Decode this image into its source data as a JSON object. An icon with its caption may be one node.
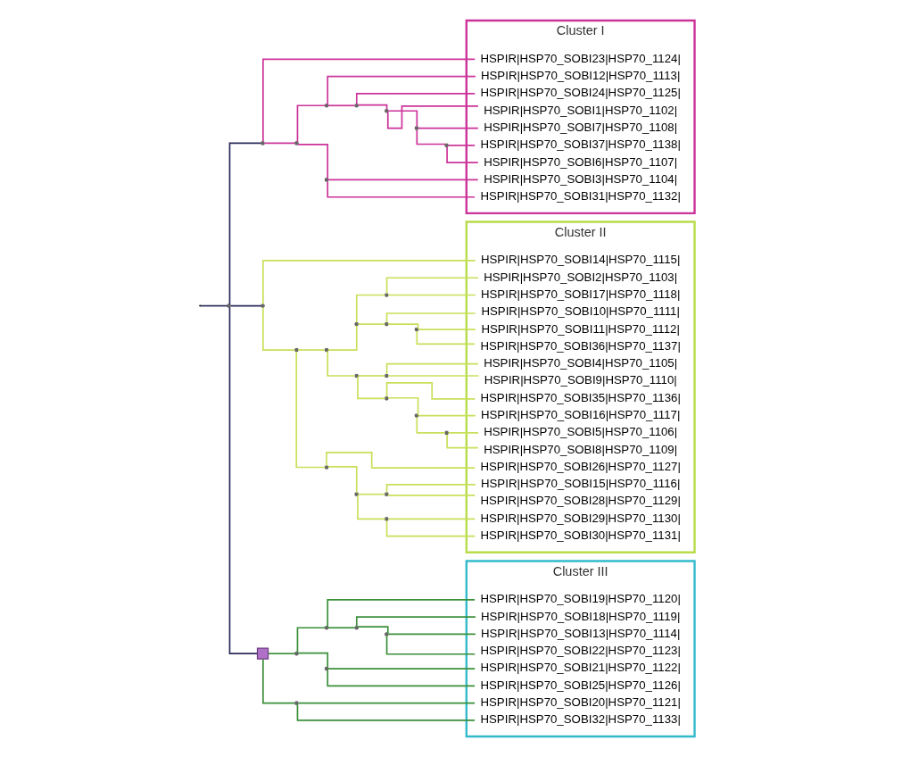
{
  "diagram": {
    "nodes": [
      {
        "text": [
          "Cluster I"
        ]
      },
      {
        "text": [
          "HSPIR|HSP70_SOBI1|HSP70_1102|"
        ],
        "in": 0
      },
      {
        "text": [
          "HSPIR|HSP70_SOBI6|HSP70_1107|"
        ],
        "in": 0
      },
      {
        "text": [
          "HSPIR|HSP70_SOBI37|HSP70_1138|"
        ],
        "in": 0
      },
      {
        "text": [
          "HSPIR|HSP70_SOBI7|HSP70_1108|"
        ],
        "in": 0
      },
      {
        "text": [
          "HSPIR|HSP70_SOBI24|HSP70_1125|"
        ],
        "in": 0
      },
      {
        "text": [
          "HSPIR|HSP70_SOBI12|HSP70_1113|"
        ],
        "in": 0
      },
      {
        "text": [
          "HSPIR|HSP70_SOBI3|HSP70_1104|"
        ],
        "in": 0
      },
      {
        "text": [
          "HSPIR|HSP70_SOBI31|HSP70_1132|"
        ],
        "in": 0
      },
      {
        "text": [
          "HSPIR|HSP70_SOBI23|HSP70_1124|"
        ],
        "in": 0
      },
      {
        "text": [
          "Cluster II"
        ]
      },
      {
        "text": [
          "HSPIR|HSP70_SOBI2|HSP70_1103|"
        ],
        "in": 10
      },
      {
        "text": [
          "HSPIR|HSP70_SOBI17|HSP70_1118|"
        ],
        "in": 10
      },
      {
        "text": [
          "HSPIR|HSP70_SOBI10|HSP70_1111|"
        ],
        "in": 10
      },
      {
        "text": [
          "HSPIR|HSP70_SOBI11|HSP70_1112|"
        ],
        "in": 10
      },
      {
        "text": [
          "HSPIR|HSP70_SOBI36|HSP70_1137|"
        ],
        "in": 10
      },
      {
        "text": [
          "HSPIR|HSP70_SOBI4|HSP70_1105|"
        ],
        "in": 10
      },
      {
        "text": [
          "HSPIR|HSP70_SOBI9|HSP70_1110|"
        ],
        "in": 10
      },
      {
        "text": [
          "HSPIR|HSP70_SOBI5|HSP70_1106|"
        ],
        "in": 10
      },
      {
        "text": [
          "HSPIR|HSP70_SOBI8|HSP70_1109|"
        ],
        "in": 10
      },
      {
        "text": [
          "HSPIR|HSP70_SOBI16|HSP70_1117|"
        ],
        "in": 10
      },
      {
        "text": [
          "HSPIR|HSP70_SOBI35|HSP70_1136|"
        ],
        "in": 10
      },
      {
        "text": [
          "HSPIR|HSP70_SOBI15|HSP70_1116|"
        ],
        "in": 10
      },
      {
        "text": [
          "HSPIR|HSP70_SOBI28|HSP70_1129|"
        ],
        "in": 10
      },
      {
        "text": [
          "HSPIR|HSP70_SOBI29|HSP70_1130|"
        ],
        "in": 10
      },
      {
        "text": [
          "HSPIR|HSP70_SOBI30|HSP70_1131|"
        ],
        "in": 10
      },
      {
        "text": [
          "HSPIR|HSP70_SOBI26|HSP70_1127|"
        ],
        "in": 10
      },
      {
        "text": [
          "HSPIR|HSP70_SOBI14|HSP70_1115|"
        ],
        "in": 10
      },
      {
        "text": [
          "Cluster III"
        ]
      },
      {
        "text": [
          "HSPIR|HSP70_SOBI13|HSP70_1114|"
        ],
        "in": 28
      },
      {
        "text": [
          "HSPIR|HSP70_SOBI22|HSP70_1123|"
        ],
        "in": 28
      },
      {
        "text": [
          "HSPIR|HSP70_SOBI18|HSP70_1119|"
        ],
        "in": 28
      },
      {
        "text": [
          "HSPIR|HSP70_SOBI19|HSP70_1120|"
        ],
        "in": 28
      },
      {
        "text": [
          "HSPIR|HSP70_SOBI21|HSP70_1122|"
        ],
        "in": 28
      },
      {
        "text": [
          "HSPIR|HSP70_SOBI25|HSP70_1126|"
        ],
        "in": 28
      },
      {
        "text": [
          "HSPIR|HSP70_SOBI20|HSP70_1121|"
        ],
        "in": 28
      },
      {
        "text": [
          "HSPIR|HSP70_SOBI32|HSP70_1133|"
        ],
        "in": 28
      },
      {
        "text": [],
        "shape": "point"
      },
      {
        "text": [],
        "shape": "point"
      },
      {
        "text": [],
        "shape": "point"
      },
      {
        "text": [],
        "shape": "point"
      },
      {
        "text": [],
        "shape": "point"
      },
      {
        "text": [],
        "shape": "point"
      },
      {
        "text": [],
        "shape": "point"
      },
      {
        "text": [],
        "shape": "point"
      },
      {
        "text": [],
        "shape": "point"
      },
      {
        "text": [],
        "shape": "point"
      },
      {
        "text": [],
        "shape": "point"
      },
      {
        "text": [],
        "shape": "point"
      },
      {
        "text": [],
        "shape": "point"
      },
      {
        "text": [],
        "shape": "point"
      },
      {
        "text": [],
        "shape": "point"
      },
      {
        "text": [],
        "shape": "point"
      },
      {
        "text": [],
        "shape": "point"
      },
      {
        "text": [],
        "shape": "point"
      },
      {
        "text": [],
        "shape": "point"
      },
      {
        "text": [],
        "shape": "point"
      },
      {
        "text": [],
        "shape": "point"
      },
      {
        "text": [],
        "shape": "point"
      },
      {
        "text": [],
        "shape": "point"
      },
      {
        "text": [],
        "shape": "point"
      },
      {
        "text": [],
        "shape": "point"
      },
      {
        "text": [],
        "shape": "point"
      },
      {
        "text": [],
        "shape": "point"
      },
      {
        "text": [],
        "shape": "point"
      },
      {
        "text": [],
        "shape": "point"
      },
      {
        "text": [],
        "shape": "point"
      },
      {
        "text": [],
        "shape": "point"
      },
      {
        "text": [],
        "shape": "box"
      }
    ],
    "edges": [
      {
        "from": null,
        "to": 37,
        "arrow": "none",
        "color": "#2b2b5a"
      },
      {
        "from": 37,
        "to": 45,
        "arrow": "none",
        "color": "#2b2b5a"
      },
      {
        "from": 37,
        "to": 61,
        "arrow": "none",
        "color": "#2b2b5a"
      },
      {
        "from": 37,
        "to": 68,
        "arrow": "none",
        "color": "#2b2b5a"
      },
      {
        "from": 45,
        "to": 44,
        "arrow": "none",
        "color": "#cc3399"
      },
      {
        "from": 45,
        "to": 9,
        "arrow": "none",
        "color": "#cc3399"
      },
      {
        "from": 44,
        "to": 42,
        "arrow": "none",
        "color": "#cc3399"
      },
      {
        "from": 44,
        "to": 43,
        "arrow": "none",
        "color": "#cc3399"
      },
      {
        "from": 42,
        "to": 41,
        "arrow": "none",
        "color": "#cc3399"
      },
      {
        "from": 42,
        "to": 6,
        "arrow": "none",
        "color": "#cc3399"
      },
      {
        "from": 41,
        "to": 40,
        "arrow": "none",
        "color": "#cc3399"
      },
      {
        "from": 41,
        "to": 5,
        "arrow": "none",
        "color": "#cc3399"
      },
      {
        "from": 40,
        "to": 1,
        "arrow": "none",
        "color": "#cc3399"
      },
      {
        "from": 40,
        "to": 39,
        "arrow": "none",
        "color": "#cc3399"
      },
      {
        "from": 39,
        "to": 38,
        "arrow": "none",
        "color": "#cc3399"
      },
      {
        "from": 39,
        "to": 4,
        "arrow": "none",
        "color": "#cc3399"
      },
      {
        "from": 38,
        "to": 2,
        "arrow": "none",
        "color": "#cc3399"
      },
      {
        "from": 38,
        "to": 3,
        "arrow": "none",
        "color": "#cc3399"
      },
      {
        "from": 43,
        "to": 7,
        "arrow": "none",
        "color": "#cc3399"
      },
      {
        "from": 43,
        "to": 8,
        "arrow": "none",
        "color": "#cc3399"
      },
      {
        "from": 61,
        "to": 60,
        "arrow": "none"
      },
      {
        "from": 61,
        "to": 27,
        "arrow": "none"
      },
      {
        "from": 60,
        "to": 55,
        "arrow": "none"
      },
      {
        "from": 60,
        "to": 59,
        "arrow": "none"
      },
      {
        "from": 55,
        "to": 49,
        "arrow": "none"
      },
      {
        "from": 55,
        "to": 54,
        "arrow": "none"
      },
      {
        "from": 49,
        "to": 46,
        "arrow": "none"
      },
      {
        "from": 49,
        "to": 48,
        "arrow": "none"
      },
      {
        "from": 46,
        "to": 11,
        "arrow": "none"
      },
      {
        "from": 46,
        "to": 12,
        "arrow": "none"
      },
      {
        "from": 48,
        "to": 13,
        "arrow": "none"
      },
      {
        "from": 48,
        "to": 47,
        "arrow": "none"
      },
      {
        "from": 47,
        "to": 14,
        "arrow": "none"
      },
      {
        "from": 47,
        "to": 15,
        "arrow": "none"
      },
      {
        "from": 54,
        "to": 50,
        "arrow": "none"
      },
      {
        "from": 54,
        "to": 53,
        "arrow": "none"
      },
      {
        "from": 50,
        "to": 16,
        "arrow": "none"
      },
      {
        "from": 50,
        "to": 17,
        "arrow": "none"
      },
      {
        "from": 53,
        "to": 52,
        "arrow": "none"
      },
      {
        "from": 53,
        "to": 21,
        "arrow": "none"
      },
      {
        "from": 52,
        "to": 51,
        "arrow": "none"
      },
      {
        "from": 52,
        "to": 20,
        "arrow": "none"
      },
      {
        "from": 51,
        "to": 18,
        "arrow": "none"
      },
      {
        "from": 51,
        "to": 19,
        "arrow": "none"
      },
      {
        "from": 59,
        "to": 58,
        "arrow": "none"
      },
      {
        "from": 59,
        "to": 26,
        "arrow": "none"
      },
      {
        "from": 58,
        "to": 56,
        "arrow": "none"
      },
      {
        "from": 58,
        "to": 57,
        "arrow": "none"
      },
      {
        "from": 56,
        "to": 22,
        "arrow": "none"
      },
      {
        "from": 56,
        "to": 23,
        "arrow": "none"
      },
      {
        "from": 57,
        "to": 24,
        "arrow": "none"
      },
      {
        "from": 57,
        "to": 25,
        "arrow": "none"
      },
      {
        "from": 68,
        "to": 66,
        "arrow": "none",
        "color": "#3a8f3a"
      },
      {
        "from": 68,
        "to": 67,
        "arrow": "none",
        "color": "#3a8f3a"
      },
      {
        "from": 66,
        "to": 64,
        "arrow": "none",
        "color": "#3a8f3a"
      },
      {
        "from": 66,
        "to": 65,
        "arrow": "none",
        "color": "#3a8f3a"
      },
      {
        "from": 64,
        "to": 63,
        "arrow": "none",
        "color": "#3a8f3a"
      },
      {
        "from": 64,
        "to": 32,
        "arrow": "none",
        "color": "#3a8f3a"
      },
      {
        "from": 63,
        "to": 62,
        "arrow": "none",
        "color": "#3a8f3a"
      },
      {
        "from": 63,
        "to": 31,
        "arrow": "none",
        "color": "#3a8f3a"
      },
      {
        "from": 62,
        "to": 29,
        "arrow": "none",
        "color": "#3a8f3a"
      },
      {
        "from": 62,
        "to": 30,
        "arrow": "none",
        "color": "#3a8f3a"
      },
      {
        "from": 65,
        "to": 33,
        "arrow": "none",
        "color": "#3a8f3a"
      },
      {
        "from": 65,
        "to": 34,
        "arrow": "none",
        "color": "#3a8f3a"
      },
      {
        "from": 67,
        "to": 35,
        "arrow": "none",
        "color": "#3a8f3a"
      },
      {
        "from": 67,
        "to": 36,
        "arrow": "none",
        "color": "#3a8f3a"
      }
    ]
  }
}
